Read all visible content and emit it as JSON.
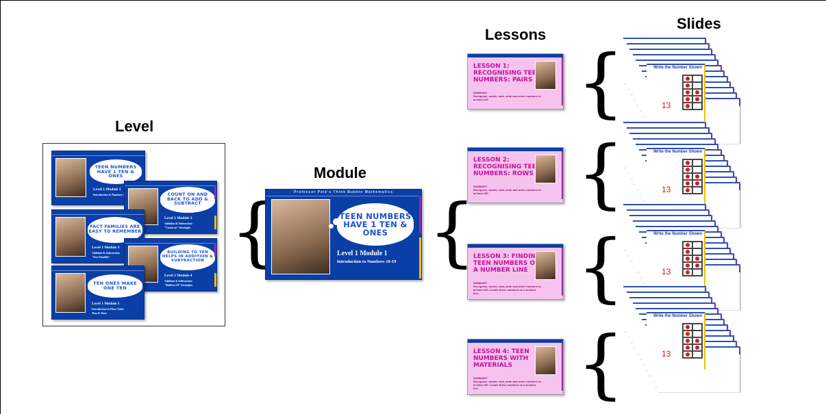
{
  "headings": {
    "level": "Level",
    "module": "Module",
    "lessons": "Lessons",
    "slides": "Slides"
  },
  "level_cards": [
    {
      "cloud": "TEEN NUMBERS HAVE 1 TEN & ONES",
      "line1": "Level 1  Module 1",
      "line2": "Introduction to Numbers 10-19"
    },
    {
      "cloud": "COUNT ON AND BACK TO ADD & SUBTRACT",
      "line1": "Level 1  Module 2",
      "line2": "Addition & Subtraction",
      "line3": "\"Count on\" Strategies"
    },
    {
      "cloud": "FACT FAMILIES ARE EASY TO REMEMBER",
      "line1": "Level 1  Module 3",
      "line2": "Addition & Subtraction",
      "line3": "\"Fact Families\""
    },
    {
      "cloud": "BUILDING TO TEN HELPS IN ADDITION & SUBTRACTION",
      "line1": "Level 1  Module 4",
      "line2": "Addition & Subtraction",
      "line3": "\"Build to 10\" Strategies"
    },
    {
      "cloud": "TEN ONES MAKE ONE TEN",
      "line1": "Level 1  Module 5",
      "line2": "Introduction to Place Value",
      "line3": "Tens & Ones"
    }
  ],
  "module": {
    "banner": "Professor Pete's Think Bubble Mathematics",
    "cloud": "TEEN NUMBERS HAVE 1 TEN & ONES",
    "line1": "Level 1  Module 1",
    "line2": "Introduction to Numbers 10-19"
  },
  "lessons": [
    {
      "title": "LESSON 1: RECOGNISING TEEN NUMBERS: PAIRS",
      "summary_head": "SUMMARY",
      "summary": "Recognise, model, read, write and order numbers to at least 100."
    },
    {
      "title": "LESSON 2: RECOGNISING TEEN NUMBERS: ROWS",
      "summary_head": "SUMMARY",
      "summary": "Recognise, model, read, write and order numbers to at least 100."
    },
    {
      "title": "LESSON 3: FINDING TEEN NUMBERS ON A NUMBER LINE",
      "summary_head": "SUMMARY",
      "summary": "Recognise, model, read, write and order numbers to at least 100. Locate these numbers on a number line."
    },
    {
      "title": "LESSON 4: TEEN NUMBERS WITH MATERIALS",
      "summary_head": "SUMMARY",
      "summary": "Recognise, model, read, write and order numbers to at least 100. Locate these numbers on a number line."
    }
  ],
  "slides_front": {
    "title": "Write the Number Shown",
    "number": "13"
  },
  "colors": {
    "slide_blue": "#0a3fa8",
    "cloud_text": "#1a52c9",
    "lesson_pink": "#f6c3ef",
    "lesson_title": "#c0139a",
    "dot_red": "#d01c1c"
  }
}
